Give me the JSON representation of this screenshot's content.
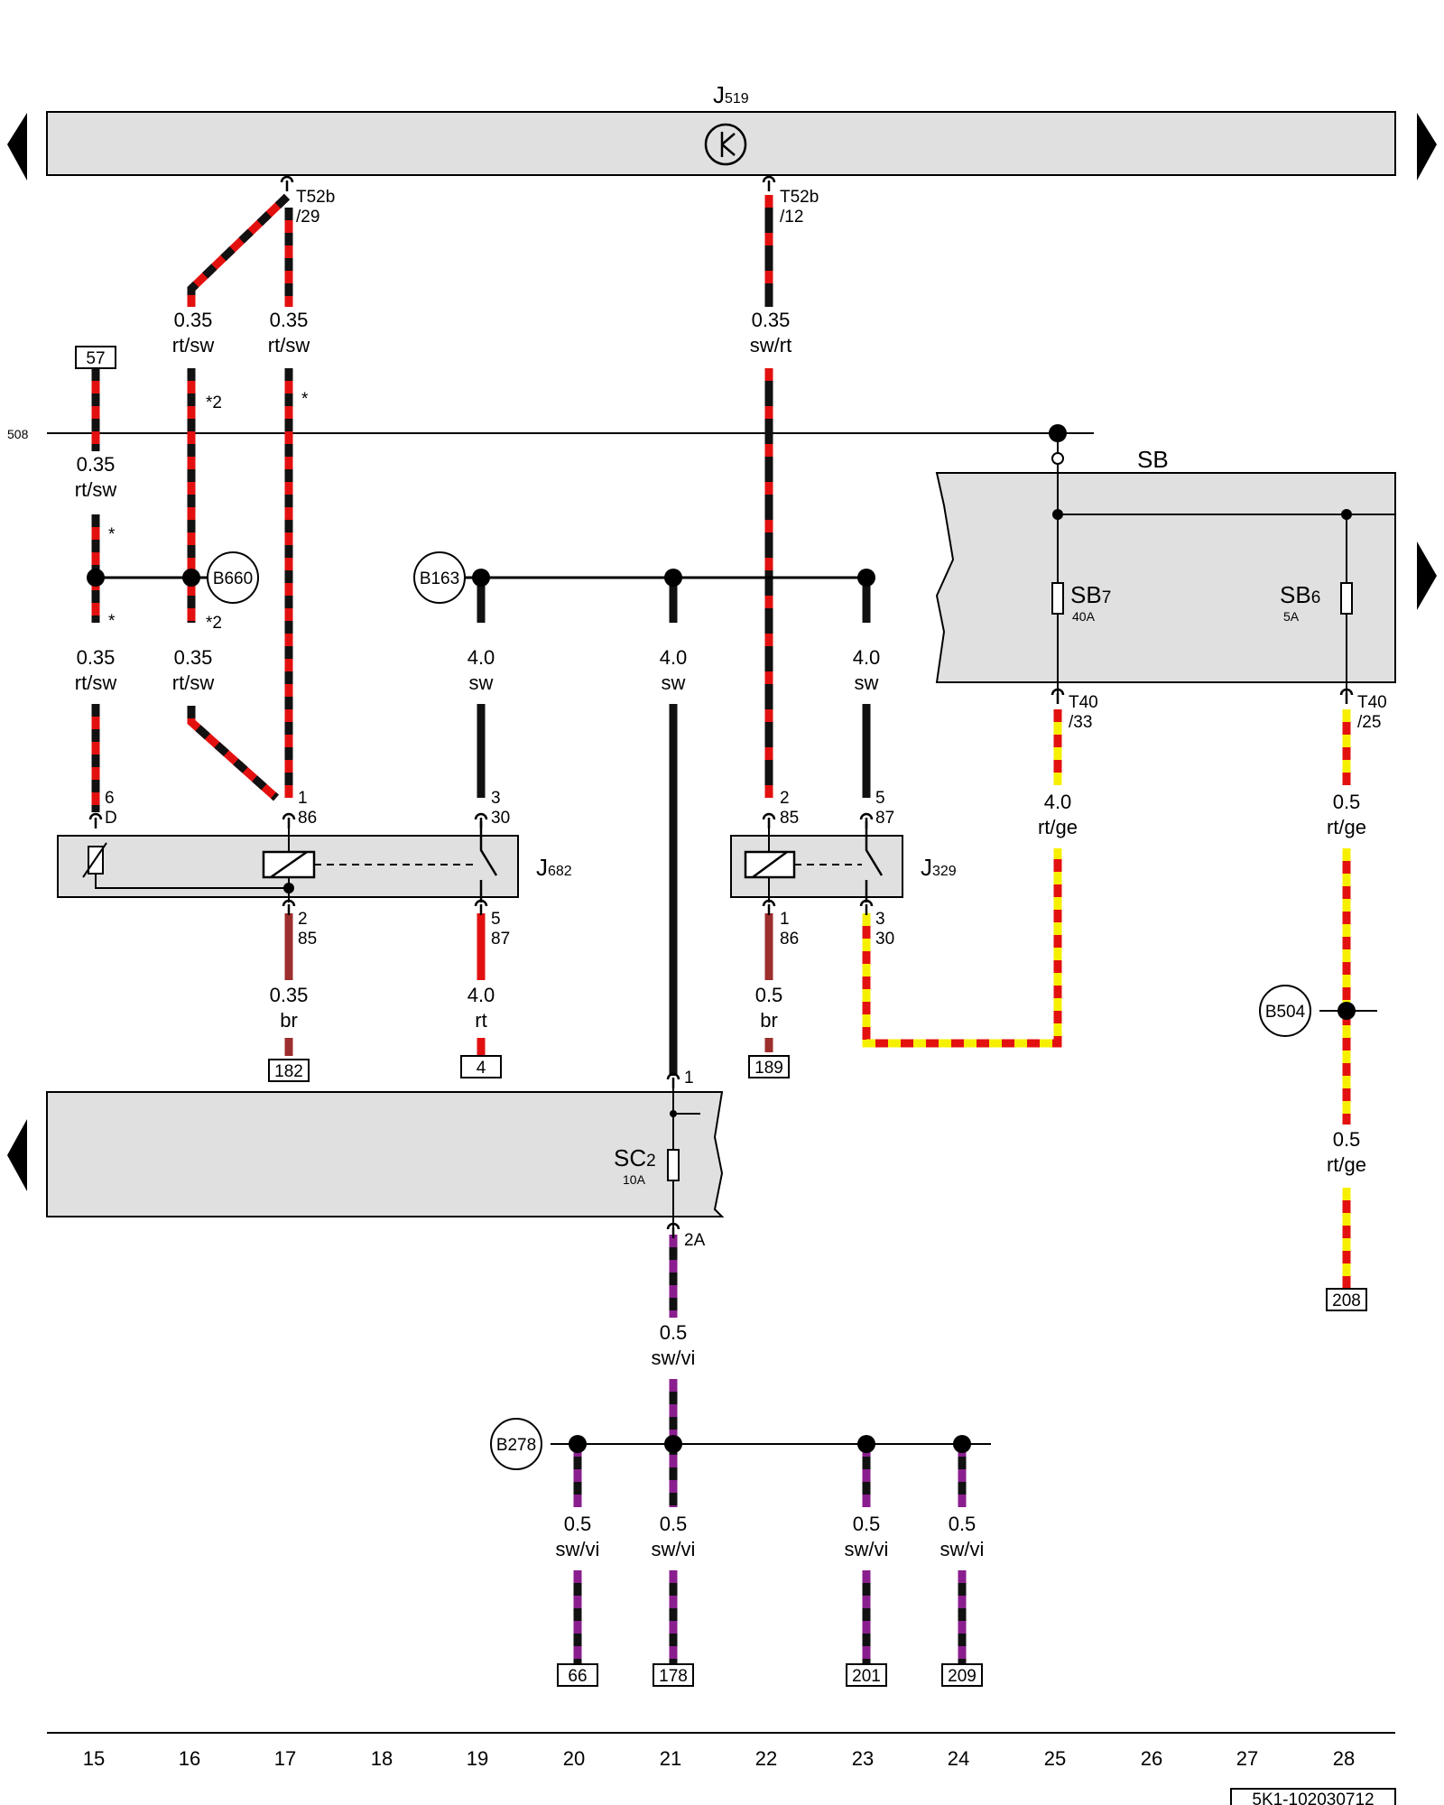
{
  "control_units": {
    "j519": {
      "name": "J",
      "sub": "519"
    },
    "j682": {
      "name": "J",
      "sub": "682"
    },
    "j329": {
      "name": "J",
      "sub": "329"
    }
  },
  "fuse_box_sb": {
    "title": "SB",
    "sb7": {
      "name": "SB",
      "sub": "7",
      "rating": "40A"
    },
    "sb6": {
      "name": "SB",
      "sub": "6",
      "rating": "5A"
    }
  },
  "fuse_box_sc": {
    "sc2": {
      "name": "SC",
      "sub": "2",
      "rating": "10A"
    }
  },
  "connectors": [
    {
      "line1": "T52b",
      "line2": "/29"
    },
    {
      "line1": "T52b",
      "line2": "/12"
    },
    {
      "line1": "T40",
      "line2": "/33"
    },
    {
      "line1": "T40",
      "line2": "/25"
    }
  ],
  "splices": [
    "B660",
    "B163",
    "B504",
    "B278"
  ],
  "bus_label": "508",
  "wires": [
    {
      "size": "0.35",
      "color": "rt/sw"
    },
    {
      "size": "0.35",
      "color": "rt/sw"
    },
    {
      "size": "0.35",
      "color": "sw/rt"
    },
    {
      "size": "0.35",
      "color": "rt/sw"
    },
    {
      "size": "0.35",
      "color": "rt/sw"
    },
    {
      "size": "0.35",
      "color": "rt/sw"
    },
    {
      "size": "4.0",
      "color": "sw"
    },
    {
      "size": "4.0",
      "color": "sw"
    },
    {
      "size": "4.0",
      "color": "sw"
    },
    {
      "size": "4.0",
      "color": "rt/ge"
    },
    {
      "size": "0.5",
      "color": "rt/ge"
    },
    {
      "size": "0.35",
      "color": "br"
    },
    {
      "size": "4.0",
      "color": "rt"
    },
    {
      "size": "0.5",
      "color": "br"
    },
    {
      "size": "0.5",
      "color": "rt/ge"
    },
    {
      "size": "0.5",
      "color": "sw/vi"
    },
    {
      "size": "0.5",
      "color": "sw/vi"
    },
    {
      "size": "0.5",
      "color": "sw/vi"
    },
    {
      "size": "0.5",
      "color": "sw/vi"
    },
    {
      "size": "0.5",
      "color": "sw/vi"
    }
  ],
  "pins": [
    "6",
    "D",
    "1",
    "86",
    "3",
    "30",
    "2",
    "85",
    "5",
    "87",
    "2",
    "85",
    "5",
    "87",
    "1",
    "86",
    "3",
    "30",
    "1",
    "2A"
  ],
  "notes": [
    "*2",
    "*",
    "*",
    "*",
    "*2"
  ],
  "references": [
    "57",
    "182",
    "4",
    "189",
    "208",
    "66",
    "178",
    "201",
    "209"
  ],
  "columns": [
    "15",
    "16",
    "17",
    "18",
    "19",
    "20",
    "21",
    "22",
    "23",
    "24",
    "25",
    "26",
    "27",
    "28"
  ],
  "diagram_code": "5K1-102030712",
  "wire_colors": {
    "red": "#e31010",
    "black": "#111111",
    "yellow": "#f6f000",
    "brown": "#9c2e2e",
    "violet": "#8a1e8e",
    "panel": "#e0e0e0"
  }
}
